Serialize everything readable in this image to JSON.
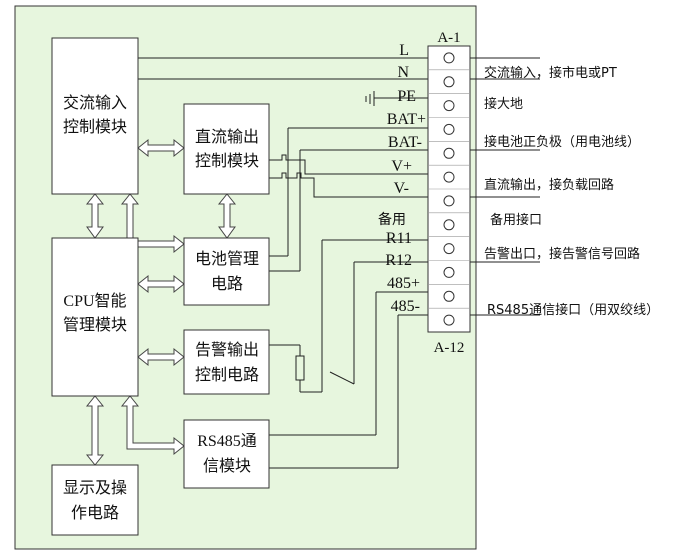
{
  "colors": {
    "panel_bg": "#e7f6de",
    "module_bg": "#ffffff",
    "line": "#222222"
  },
  "modules": {
    "ac_input": [
      "交流输入",
      "控制模块"
    ],
    "dc_output": [
      "直流输出",
      "控制模块"
    ],
    "battery": [
      "电池管理",
      "电路"
    ],
    "cpu": [
      "CPU智能",
      "管理模块"
    ],
    "alarm": [
      "告警输出",
      "控制电路"
    ],
    "rs485": [
      "RS485通",
      "信模块"
    ],
    "display": [
      "显示及操",
      "作电路"
    ]
  },
  "terminal": {
    "top_label": "A-1",
    "bottom_label": "A-12",
    "pins": [
      "L",
      "N",
      "PE",
      "BAT+",
      "BAT-",
      "V+",
      "V-",
      "备用",
      "R11",
      "R12",
      "485+",
      "485-"
    ]
  },
  "external": {
    "ac": "交流输入，接市电或PT",
    "earth": "接大地",
    "battery": "接电池正负极（用电池线）",
    "dc": "直流输出，接负载回路",
    "spare": "备用接口",
    "alarm": "告警出口，接告警信号回路",
    "rs485": "RS485通信接口（用双绞线）"
  }
}
